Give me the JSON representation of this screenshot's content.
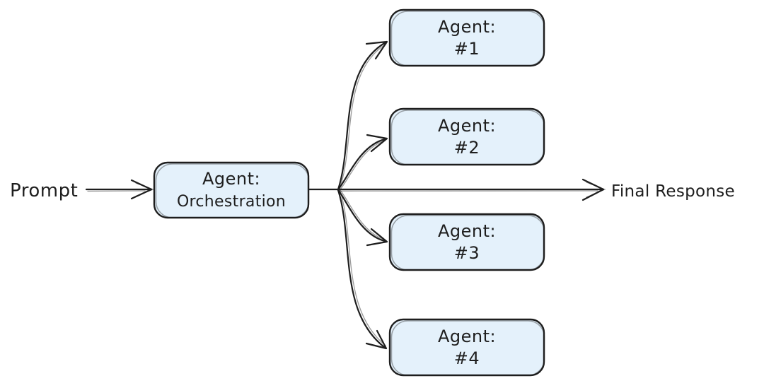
{
  "colors": {
    "background": "#ffffff",
    "stroke": "#1e1e1e",
    "node_fill": "#e4f1fb"
  },
  "diagram": {
    "input_label": "Prompt",
    "output_label": "Final Response",
    "orchestrator": {
      "line1": "Agent:",
      "line2": "Orchestration"
    },
    "agents": [
      {
        "line1": "Agent:",
        "line2": "#1"
      },
      {
        "line1": "Agent:",
        "line2": "#2"
      },
      {
        "line1": "Agent:",
        "line2": "#3"
      },
      {
        "line1": "Agent:",
        "line2": "#4"
      }
    ]
  }
}
